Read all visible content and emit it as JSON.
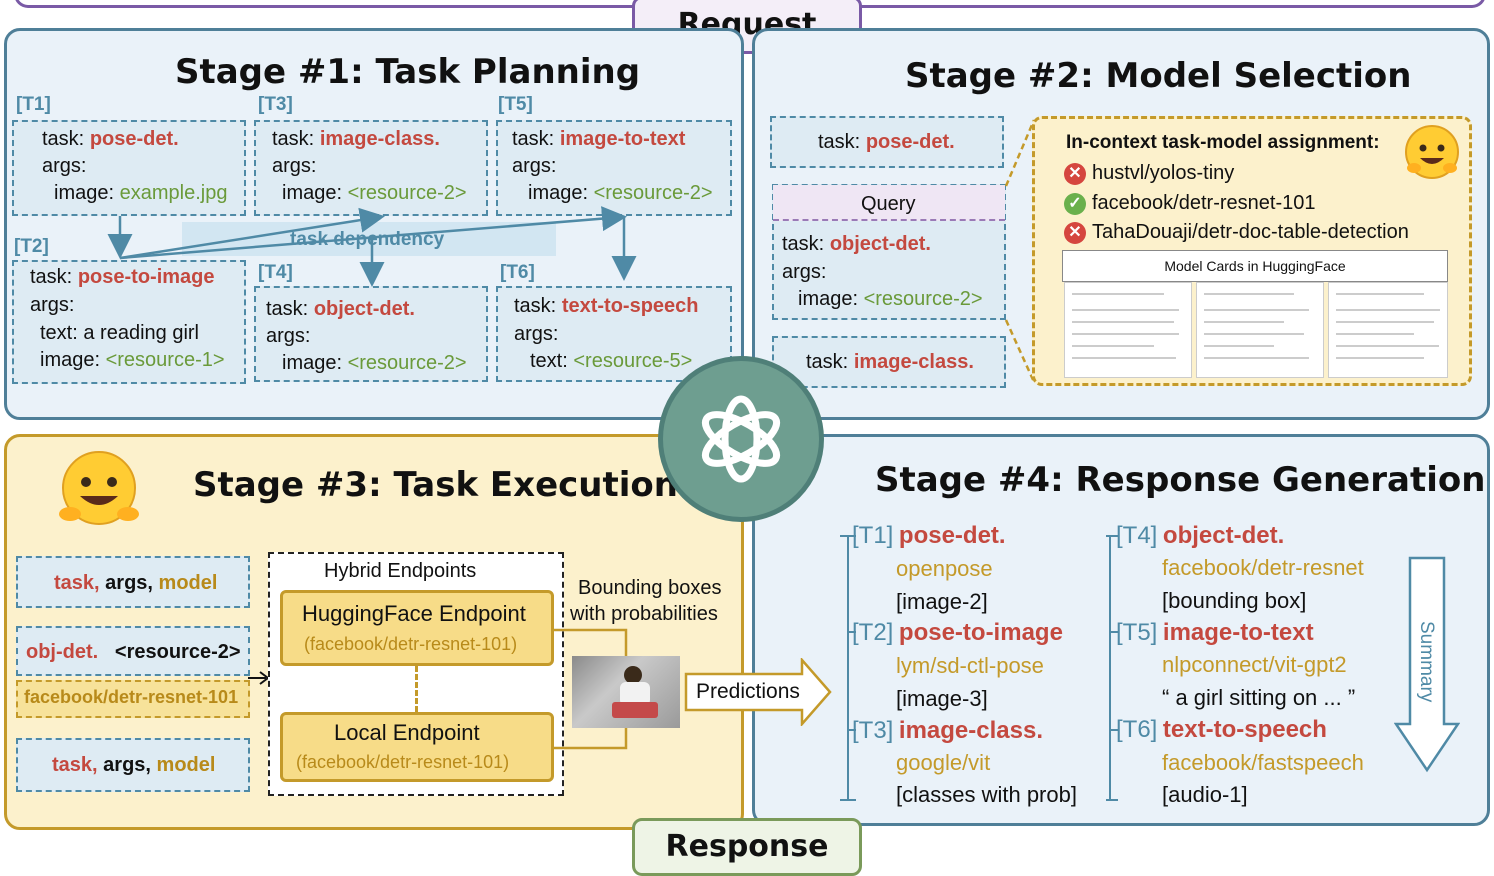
{
  "top_label": "Request",
  "bottom_label": "Response",
  "stage1": {
    "title": "Stage #1: Task Planning",
    "dependency_label": "task dependency",
    "tasks": [
      {
        "id": "[T1]",
        "task": "pose-det.",
        "arg1_key": "image:",
        "arg1_val": "example.jpg"
      },
      {
        "id": "[T2]",
        "task": "pose-to-image",
        "arg1_key": "text:",
        "arg1_val": "a reading girl",
        "arg2_key": "image:",
        "arg2_val": "<resource-1>"
      },
      {
        "id": "[T3]",
        "task": "image-class.",
        "arg1_key": "image:",
        "arg1_val": "<resource-2>"
      },
      {
        "id": "[T4]",
        "task": "object-det.",
        "arg1_key": "image:",
        "arg1_val": "<resource-2>"
      },
      {
        "id": "[T5]",
        "task": "image-to-text",
        "arg1_key": "image:",
        "arg1_val": "<resource-2>"
      },
      {
        "id": "[T6]",
        "task": "text-to-speech",
        "arg1_key": "text:",
        "arg1_val": "<resource-5>"
      }
    ],
    "task_key": "task:",
    "args_key": "args:"
  },
  "stage2": {
    "title": "Stage #2: Model Selection",
    "task1": "pose-det.",
    "query_label": "Query",
    "query_task": "object-det.",
    "query_arg_key": "image:",
    "query_arg_val": "<resource-2>",
    "task3": "image-class.",
    "assignment_title": "In-context task-model assignment:",
    "candidates": [
      {
        "name": "hustvl/yolos-tiny",
        "status": "rejected"
      },
      {
        "name": "facebook/detr-resnet-101",
        "status": "selected"
      },
      {
        "name": "TahaDouaji/detr-doc-table-detection",
        "status": "rejected"
      }
    ],
    "model_cards_label": "Model Cards in HuggingFace"
  },
  "stage3": {
    "title": "Stage #3: Task Execution",
    "left1": {
      "a": "task,",
      "b": "args,",
      "c": "model"
    },
    "left2": {
      "a": "obj-det.",
      "b": "<resource-2>"
    },
    "left2_model": "facebook/detr-resnet-101",
    "left3": {
      "a": "task,",
      "b": "args,",
      "c": "model"
    },
    "hybrid_label": "Hybrid Endpoints",
    "hf_endpoint": "HuggingFace Endpoint",
    "hf_model": "(facebook/detr-resnet-101)",
    "local_endpoint": "Local Endpoint",
    "local_model": "(facebook/detr-resnet-101)",
    "bbox_line1": "Bounding boxes",
    "bbox_line2": "with probabilities",
    "predictions": "Predictions"
  },
  "stage4": {
    "title": "Stage #4: Response Generation",
    "summary": "Summary",
    "results": [
      {
        "id": "[T1]",
        "task": "pose-det.",
        "model": "openpose",
        "output": "[image-2]"
      },
      {
        "id": "[T2]",
        "task": "pose-to-image",
        "model": "lym/sd-ctl-pose",
        "output": "[image-3]"
      },
      {
        "id": "[T3]",
        "task": "image-class.",
        "model": "google/vit",
        "output": "[classes with prob]"
      },
      {
        "id": "[T4]",
        "task": "object-det.",
        "model": "facebook/detr-resnet",
        "output": "[bounding box]"
      },
      {
        "id": "[T5]",
        "task": "image-to-text",
        "model": "nlpconnect/vit-gpt2",
        "output": "“ a girl sitting on ... ”"
      },
      {
        "id": "[T6]",
        "task": "text-to-speech",
        "model": "facebook/fastspeech",
        "output": "[audio-1]"
      }
    ]
  }
}
